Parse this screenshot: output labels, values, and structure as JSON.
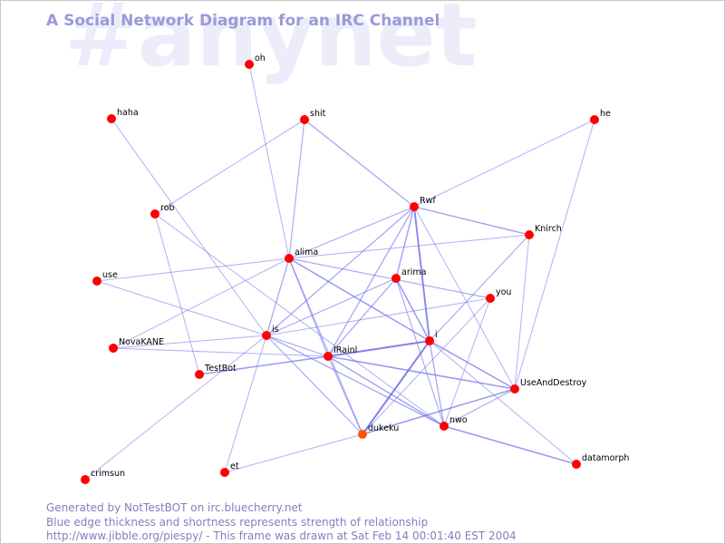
{
  "watermark": "#anynet",
  "title": "A Social Network Diagram for an IRC Channel",
  "footer": {
    "line1": "Generated by NotTestBOT on irc.bluecherry.net",
    "line2": "Blue edge thickness and shortness represents strength of relationship",
    "line3": "http://www.jibble.org/piespy/ - This frame was drawn at Sat Feb 14 00:01:40 EST 2004"
  },
  "colors": {
    "node": "#ff0000",
    "node_highlight": "#ff5500",
    "edge": "#7070ee",
    "title": "#9a9ad8",
    "footer": "#8080c0",
    "watermark": "#ececfb"
  },
  "nodes": [
    {
      "id": "oh",
      "label": "oh"
    },
    {
      "id": "haha",
      "label": "haha"
    },
    {
      "id": "shit",
      "label": "shit"
    },
    {
      "id": "he",
      "label": "he"
    },
    {
      "id": "rob",
      "label": "rob"
    },
    {
      "id": "Rwf",
      "label": "Rwf"
    },
    {
      "id": "Knirch",
      "label": "Knirch"
    },
    {
      "id": "alima",
      "label": "alima"
    },
    {
      "id": "use",
      "label": "use"
    },
    {
      "id": "arima",
      "label": "arima"
    },
    {
      "id": "you",
      "label": "you"
    },
    {
      "id": "is",
      "label": "is"
    },
    {
      "id": "i",
      "label": "i"
    },
    {
      "id": "NovaKANE",
      "label": "NovaKANE"
    },
    {
      "id": "IRainl",
      "label": "IRainl"
    },
    {
      "id": "TestBot",
      "label": "TestBot"
    },
    {
      "id": "UseAndDestroy",
      "label": "UseAndDestroy"
    },
    {
      "id": "nwo",
      "label": "nwo"
    },
    {
      "id": "dukeku",
      "label": "dukeku",
      "highlight": true
    },
    {
      "id": "datamorph",
      "label": "datamorph"
    },
    {
      "id": "et",
      "label": "et"
    },
    {
      "id": "crimsun",
      "label": "crimsun"
    }
  ],
  "edges": [
    {
      "a": "haha",
      "b": "is",
      "w": 1
    },
    {
      "a": "oh",
      "b": "alima",
      "w": 1
    },
    {
      "a": "shit",
      "b": "rob",
      "w": 1
    },
    {
      "a": "shit",
      "b": "alima",
      "w": 1.3
    },
    {
      "a": "shit",
      "b": "Rwf",
      "w": 1.5
    },
    {
      "a": "he",
      "b": "Rwf",
      "w": 1
    },
    {
      "a": "he",
      "b": "UseAndDestroy",
      "w": 1
    },
    {
      "a": "rob",
      "b": "TestBot",
      "w": 1
    },
    {
      "a": "rob",
      "b": "nwo",
      "w": 1
    },
    {
      "a": "Rwf",
      "b": "alima",
      "w": 1.3
    },
    {
      "a": "Rwf",
      "b": "Knirch",
      "w": 1.8
    },
    {
      "a": "Rwf",
      "b": "arima",
      "w": 1.8
    },
    {
      "a": "Rwf",
      "b": "i",
      "w": 2.8
    },
    {
      "a": "Rwf",
      "b": "is",
      "w": 1.5
    },
    {
      "a": "Rwf",
      "b": "IRainl",
      "w": 1.5
    },
    {
      "a": "Rwf",
      "b": "UseAndDestroy",
      "w": 1
    },
    {
      "a": "Knirch",
      "b": "alima",
      "w": 1
    },
    {
      "a": "Knirch",
      "b": "i",
      "w": 1.3
    },
    {
      "a": "Knirch",
      "b": "UseAndDestroy",
      "w": 1
    },
    {
      "a": "alima",
      "b": "NovaKANE",
      "w": 1
    },
    {
      "a": "alima",
      "b": "you",
      "w": 1.3
    },
    {
      "a": "alima",
      "b": "i",
      "w": 2
    },
    {
      "a": "alima",
      "b": "is",
      "w": 1.5
    },
    {
      "a": "alima",
      "b": "IRainl",
      "w": 1.3
    },
    {
      "a": "alima",
      "b": "dukeku",
      "w": 1.3
    },
    {
      "a": "use",
      "b": "is",
      "w": 1
    },
    {
      "a": "use",
      "b": "alima",
      "w": 1
    },
    {
      "a": "arima",
      "b": "i",
      "w": 2
    },
    {
      "a": "arima",
      "b": "IRainl",
      "w": 1.5
    },
    {
      "a": "arima",
      "b": "is",
      "w": 1.3
    },
    {
      "a": "arima",
      "b": "nwo",
      "w": 1.3
    },
    {
      "a": "you",
      "b": "is",
      "w": 1
    },
    {
      "a": "you",
      "b": "dukeku",
      "w": 1
    },
    {
      "a": "you",
      "b": "nwo",
      "w": 1
    },
    {
      "a": "is",
      "b": "NovaKANE",
      "w": 1
    },
    {
      "a": "is",
      "b": "IRainl",
      "w": 1.3
    },
    {
      "a": "is",
      "b": "nwo",
      "w": 1.5
    },
    {
      "a": "is",
      "b": "dukeku",
      "w": 1.3
    },
    {
      "a": "is",
      "b": "et",
      "w": 1
    },
    {
      "a": "is",
      "b": "crimsun",
      "w": 1
    },
    {
      "a": "i",
      "b": "IRainl",
      "w": 3
    },
    {
      "a": "i",
      "b": "dukeku",
      "w": 3
    },
    {
      "a": "i",
      "b": "nwo",
      "w": 1.5
    },
    {
      "a": "i",
      "b": "UseAndDestroy",
      "w": 2
    },
    {
      "a": "i",
      "b": "datamorph",
      "w": 1
    },
    {
      "a": "NovaKANE",
      "b": "IRainl",
      "w": 1
    },
    {
      "a": "IRainl",
      "b": "TestBot",
      "w": 2
    },
    {
      "a": "IRainl",
      "b": "UseAndDestroy",
      "w": 2
    },
    {
      "a": "IRainl",
      "b": "nwo",
      "w": 1.8
    },
    {
      "a": "IRainl",
      "b": "dukeku",
      "w": 1.3
    },
    {
      "a": "UseAndDestroy",
      "b": "dukeku",
      "w": 2
    },
    {
      "a": "UseAndDestroy",
      "b": "nwo",
      "w": 1.3
    },
    {
      "a": "nwo",
      "b": "datamorph",
      "w": 2
    },
    {
      "a": "dukeku",
      "b": "et",
      "w": 1
    }
  ]
}
